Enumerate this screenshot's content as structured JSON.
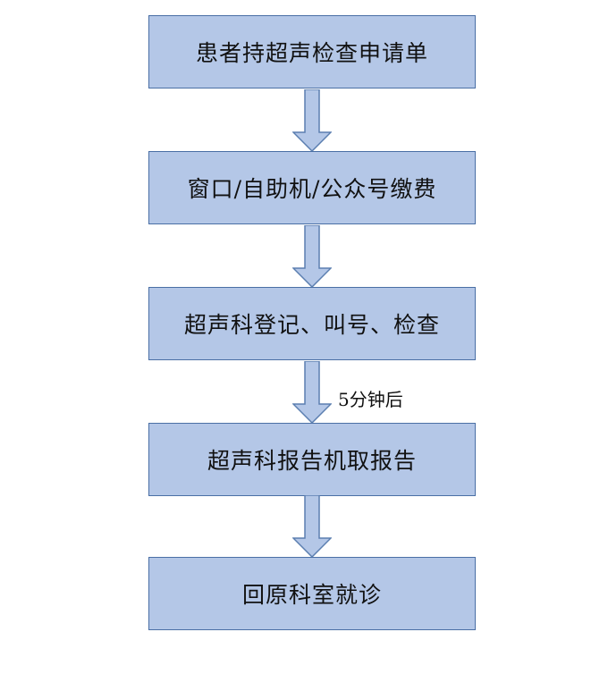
{
  "flow": {
    "steps": [
      {
        "label": "患者持超声检查申请单"
      },
      {
        "label": "窗口/自助机/公众号缴费"
      },
      {
        "label": "超声科登记、叫号、检查"
      },
      {
        "label": "超声科报告机取报告"
      },
      {
        "label": "回原科室就诊"
      }
    ],
    "connector_notes": {
      "between_3_and_4": "5分钟后"
    }
  },
  "colors": {
    "box_fill": "#b4c7e7",
    "box_border": "#4a6fa5",
    "arrow_fill": "#b4c7e7",
    "arrow_stroke": "#5b7fb0"
  }
}
